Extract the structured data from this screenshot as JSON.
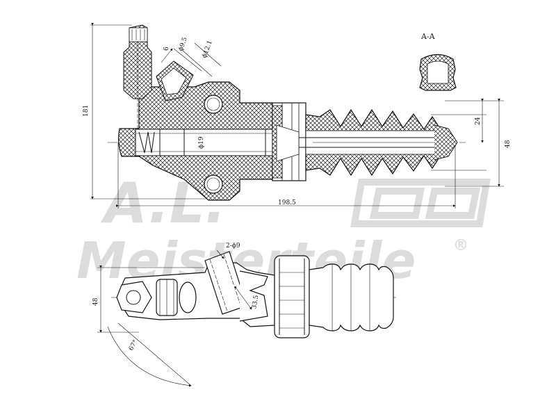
{
  "section_label": "A-A",
  "watermark": {
    "logo_text": "A.L.",
    "brand_text": "Meisterteile",
    "registered_mark": "®"
  },
  "dimensions": {
    "overall_height": "181",
    "overall_length": "198.5",
    "body_diameter": "ϕ19",
    "right_height": "48",
    "rod_height": "24",
    "port_offset": "6",
    "port_inner": "ϕ9.5",
    "port_outer": "ϕ12.1",
    "bottom_height": "48",
    "mount_holes": "2-ϕ9",
    "mount_spacing": "33.5",
    "angle": "67°"
  },
  "colors": {
    "line": "#111111",
    "watermark": "#dcdcdc"
  }
}
